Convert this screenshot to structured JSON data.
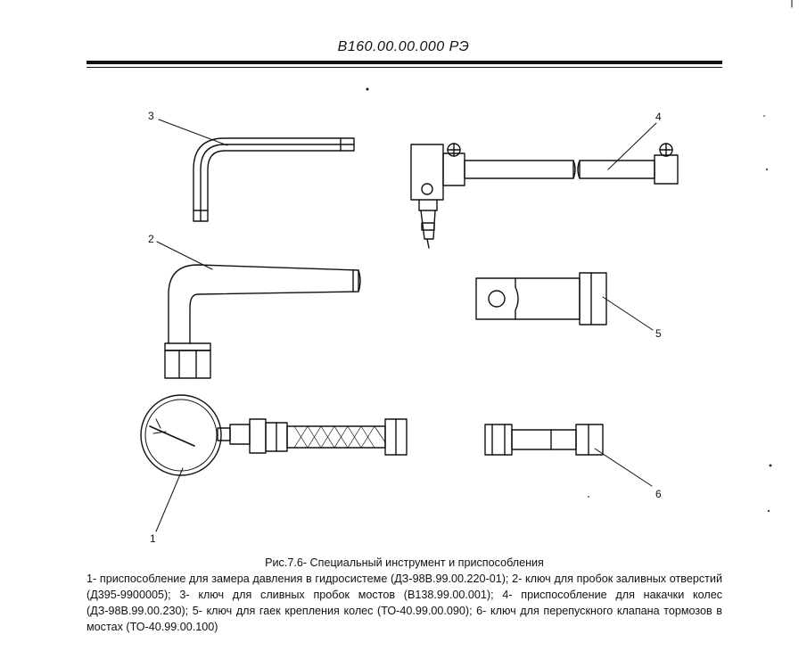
{
  "header": {
    "doc_code": "В160.00.00.000 РЭ"
  },
  "callouts": {
    "n1": "1",
    "n2": "2",
    "n3": "3",
    "n4": "4",
    "n5": "5",
    "n6": "6"
  },
  "caption": {
    "title": "Рис.7.6- Специальный инструмент и приспособления",
    "body": "1- приспособление для замера давления в гидросистеме (ДЗ-98В.99.00.220-01); 2- ключ для пробок заливных отверстий (Д395-9900005); 3- ключ для сливных пробок мостов (В138.99.00.001); 4- приспособление для накачки колес (ДЗ-98В.99.00.230); 5- ключ для гаек крепления колес (ТО-40.99.00.090); 6- ключ для перепускного клапана тормозов в мостах (ТО-40.99.00.100)"
  }
}
